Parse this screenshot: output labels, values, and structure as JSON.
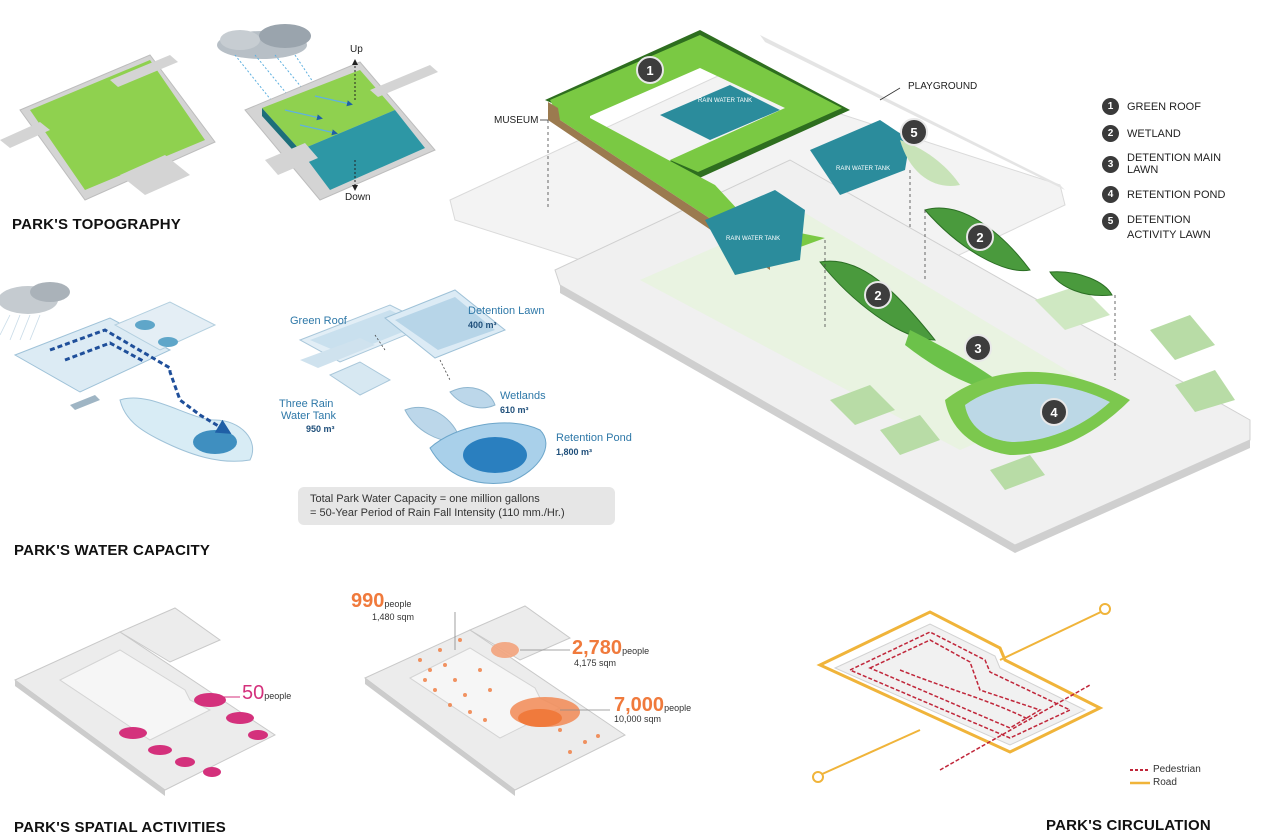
{
  "titles": {
    "topography": "PARK'S TOPOGRAPHY",
    "water_capacity": "PARK'S WATER CAPACITY",
    "spatial_activities": "PARK'S SPATIAL ACTIVITIES",
    "circulation": "PARK'S CIRCULATION"
  },
  "topography": {
    "up_label": "Up",
    "down_label": "Down"
  },
  "main_labels": {
    "museum": "MUSEUM",
    "playground": "PLAYGROUND",
    "rain_tank_1": "RAIN WATER TANK",
    "rain_tank_2": "RAIN WATER TANK",
    "rain_tank_3": "RAIN WATER TANK"
  },
  "badges": [
    "1",
    "2",
    "2",
    "3",
    "4",
    "5"
  ],
  "legend": [
    {
      "num": "1",
      "label": "GREEN ROOF"
    },
    {
      "num": "2",
      "label": "WETLAND"
    },
    {
      "num": "3",
      "label": "DETENTION MAIN LAWN"
    },
    {
      "num": "4",
      "label": "RETENTION POND"
    },
    {
      "num": "5",
      "label": "DETENTION ACTIVITY LAWN"
    }
  ],
  "water": {
    "green_roof": "Green Roof",
    "detention_lawn": "Detention Lawn",
    "detention_lawn_val": "400 m³",
    "tank_line1": "Three Rain",
    "tank_line2": "Water Tank",
    "tank_val": "950 m³",
    "wetlands": "Wetlands",
    "wetlands_val": "610 m³",
    "pond": "Retention Pond",
    "pond_val": "1,800 m³",
    "capacity_line1": "Total Park Water Capacity =  one million gallons",
    "capacity_line2": "= 50-Year Period of Rain Fall Intensity (110 mm./Hr.)"
  },
  "activities": {
    "a1_num": "50",
    "a1_unit": "people",
    "a2_num": "990",
    "a2_unit": "people",
    "a2_area": "1,480 sqm",
    "a3_num": "2,780",
    "a3_unit": "people",
    "a3_area": "4,175 sqm",
    "a4_num": "7,000",
    "a4_unit": "people",
    "a4_area": "10,000 sqm"
  },
  "circulation": {
    "pedestrian": "Pedestrian",
    "road": "Road"
  },
  "colors": {
    "green": "#6ec13a",
    "water": "#2f97a8",
    "orange": "#f07a3c",
    "magenta": "#d4317c",
    "road": "#f0b43a",
    "pedestrian": "#c0263a"
  }
}
